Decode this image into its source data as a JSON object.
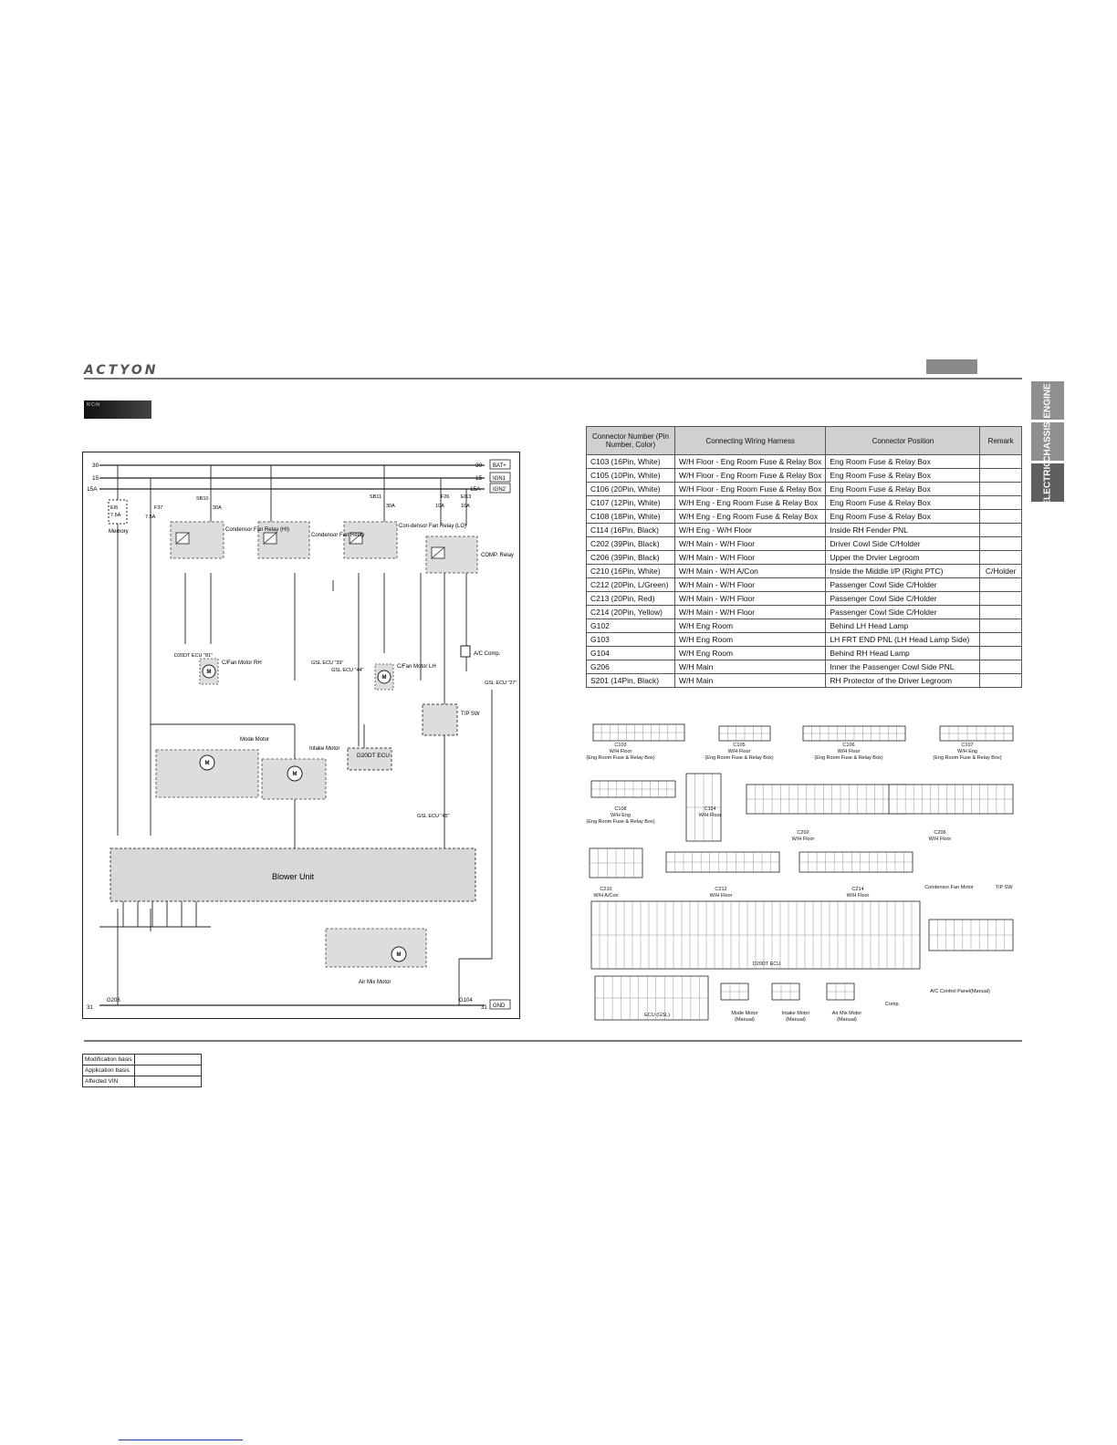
{
  "header": {
    "brand": "ACTYON",
    "section_tag": "N C-N"
  },
  "side_tabs": [
    "ENGINE",
    "CHASSIS",
    "ELECTRIC"
  ],
  "diagram": {
    "rails": [
      {
        "name": "30",
        "tag": "BAT+"
      },
      {
        "name": "15",
        "tag": "IGN1"
      },
      {
        "name": "15A",
        "tag": "IGN2"
      }
    ],
    "ground_tag": "GND",
    "ground_left": "G206",
    "ground_right": "G104",
    "ground_num": "31",
    "fuses": [
      {
        "name": "EI6",
        "rating": "7.5A",
        "label": "Memory"
      },
      {
        "name": "F37",
        "rating": "7.5A"
      },
      {
        "name": "SB10",
        "rating": "30A"
      },
      {
        "name": "SB11",
        "rating": "30A"
      },
      {
        "name": "F26",
        "rating": "10A"
      },
      {
        "name": "EI13",
        "rating": "10A"
      }
    ],
    "relays": [
      "Condensor Fan Relay (HI)",
      "Condensor Fan Relay",
      "Con-densor Fan Relay (LO)",
      "COMP. Relay"
    ],
    "motors": [
      "C/Fan Motor RH",
      "C/Fan Motor LH",
      "Mode Motor",
      "Intake Motor",
      "Air Mix Motor"
    ],
    "ecu_label": "D20DT ECU",
    "blower_label": "Blower Unit",
    "ac_comp_label": "A/C Comp.",
    "tp_sw_label": "T/P SW",
    "gsl_labels": [
      "GSL ECU \"39\"",
      "GSL ECU \"44\"",
      "GSL ECU \"27\"",
      "GSL ECU \"45\""
    ],
    "d20dt_label": "D20DT ECU \"81\""
  },
  "connector_table": {
    "headers": [
      "Connector Number (Pin Number, Color)",
      "Connecting Wiring Harness",
      "Connector Position",
      "Remark"
    ],
    "rows": [
      [
        "C103 (16Pin, White)",
        "W/H Floor - Eng Room Fuse & Relay Box",
        "Eng Room Fuse & Relay Box",
        ""
      ],
      [
        "C105 (10Pin, White)",
        "W/H Floor - Eng Room Fuse & Relay Box",
        "Eng Room Fuse & Relay Box",
        ""
      ],
      [
        "C106 (20Pin, White)",
        "W/H Floor - Eng Room Fuse & Relay Box",
        "Eng Room Fuse & Relay Box",
        ""
      ],
      [
        "C107 (12Pin, White)",
        "W/H Eng - Eng Room Fuse & Relay Box",
        "Eng Room Fuse & Relay Box",
        ""
      ],
      [
        "C108 (18Pin, White)",
        "W/H Eng - Eng Room Fuse & Relay Box",
        "Eng Room Fuse & Relay Box",
        ""
      ],
      [
        "C114 (16Pin, Black)",
        "W/H Eng - W/H Floor",
        "Inside RH Fender PNL",
        ""
      ],
      [
        "C202 (39Pin, Black)",
        "W/H Main - W/H Floor",
        "Driver Cowl Side C/Holder",
        ""
      ],
      [
        "C206 (39Pin, Black)",
        "W/H Main - W/H Floor",
        "Upper the Drvier Legroom",
        ""
      ],
      [
        "C210 (16Pin, White)",
        "W/H Main - W/H A/Con",
        "Inside the Middle I/P (Right PTC)",
        "C/Holder"
      ],
      [
        "C212 (20Pin, L/Green)",
        "W/H Main - W/H Floor",
        "Passenger Cowl Side C/Holder",
        ""
      ],
      [
        "C213 (20Pin, Red)",
        "W/H Main - W/H Floor",
        "Passenger Cowl Side C/Holder",
        ""
      ],
      [
        "C214 (20Pin, Yellow)",
        "W/H Main - W/H Floor",
        "Passenger Cowl Side C/Holder",
        ""
      ],
      [
        "G102",
        "W/H Eng Room",
        "Behind LH Head Lamp",
        ""
      ],
      [
        "G103",
        "W/H Eng Room",
        "LH FRT END PNL (LH Head Lamp Side)",
        ""
      ],
      [
        "G104",
        "W/H Eng Room",
        "Behind RH Head Lamp",
        ""
      ],
      [
        "G206",
        "W/H Main",
        "Inner the Passenger Cowl Side PNL",
        ""
      ],
      [
        "S201 (14Pin, Black)",
        "W/H Main",
        "RH Protector of the Driver Legroom",
        ""
      ]
    ]
  },
  "connector_views": [
    {
      "id": "C103",
      "sub": "W/H Floor",
      "note": "(Eng Room Fuse & Relay Box)"
    },
    {
      "id": "C105",
      "sub": "W/H Floor",
      "note": "(Eng Room Fuse & Relay Box)"
    },
    {
      "id": "C106",
      "sub": "W/H Floor",
      "note": "(Eng Room Fuse & Relay Box)"
    },
    {
      "id": "C107",
      "sub": "W/H Eng",
      "note": "(Eng Room Fuse & Relay Box)"
    },
    {
      "id": "C108",
      "sub": "W/H Eng",
      "note": "(Eng Room Fuse & Relay Box)"
    },
    {
      "id": "C114",
      "sub": "W/H Floor",
      "note": ""
    },
    {
      "id": "C202",
      "sub": "W/H Floor",
      "note": ""
    },
    {
      "id": "C206",
      "sub": "W/H Floor",
      "note": ""
    },
    {
      "id": "C210",
      "sub": "W/H A/Con",
      "note": ""
    },
    {
      "id": "C212",
      "sub": "W/H Floor",
      "note": ""
    },
    {
      "id": "C214",
      "sub": "W/H Floor",
      "note": ""
    },
    {
      "id": "Condensor Fan Motor",
      "sub": "",
      "note": ""
    },
    {
      "id": "T/P SW",
      "sub": "",
      "note": ""
    },
    {
      "id": "D20DT ECU",
      "sub": "",
      "note": ""
    },
    {
      "id": "A/C Control Panel(Manual)",
      "sub": "",
      "note": ""
    },
    {
      "id": "ECU (GSL)",
      "sub": "",
      "note": ""
    },
    {
      "id": "Mode Motor",
      "sub": "(Manual)",
      "note": ""
    },
    {
      "id": "Intake Motor",
      "sub": "(Manual)",
      "note": ""
    },
    {
      "id": "Air Mix Motor",
      "sub": "(Manual)",
      "note": ""
    },
    {
      "id": "Comp.",
      "sub": "",
      "note": ""
    }
  ],
  "modification_table": [
    "Modification basis",
    "Application basis",
    "Affected VIN"
  ]
}
